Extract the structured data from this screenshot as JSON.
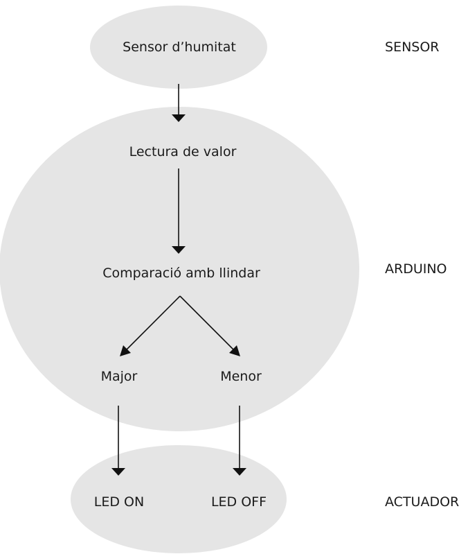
{
  "stages": {
    "sensor": "SENSOR",
    "arduino": "ARDUINO",
    "actuador": "ACTUADOR"
  },
  "nodes": {
    "sensor": "Sensor d’humitat",
    "reading": "Lectura de valor",
    "comparison": "Comparació amb llindar",
    "greater": "Major",
    "lesser": "Menor",
    "led_on": "LED ON",
    "led_off": "LED OFF"
  },
  "colors": {
    "blob": "#e5e5e5",
    "stroke": "#111111",
    "text": "#1a1a1a"
  }
}
